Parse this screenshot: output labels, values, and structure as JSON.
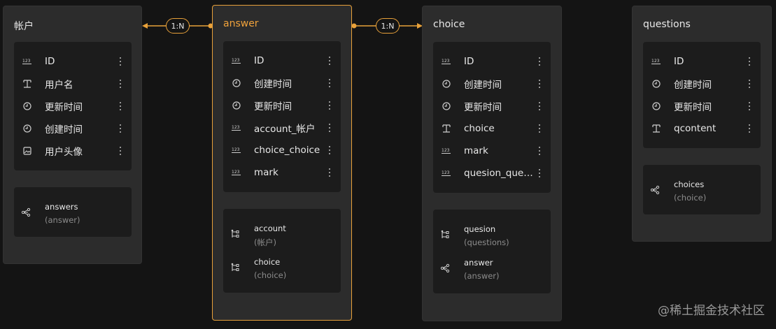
{
  "entities": [
    {
      "title": "帐户",
      "fields": [
        {
          "icon": "number-icon",
          "name": "ID"
        },
        {
          "icon": "text-icon",
          "name": "用户名"
        },
        {
          "icon": "clock-icon",
          "name": "更新时间"
        },
        {
          "icon": "clock-icon",
          "name": "创建时间"
        },
        {
          "icon": "image-icon",
          "name": "用户头像"
        }
      ],
      "relations": [
        {
          "icon": "relation-many-icon",
          "name": "answers",
          "type": "(answer)"
        }
      ]
    },
    {
      "title": "answer",
      "fields": [
        {
          "icon": "number-icon",
          "name": "ID"
        },
        {
          "icon": "clock-icon",
          "name": "创建时间"
        },
        {
          "icon": "clock-icon",
          "name": "更新时间"
        },
        {
          "icon": "number-icon",
          "name": "account_帐户"
        },
        {
          "icon": "number-icon",
          "name": "choice_choice"
        },
        {
          "icon": "number-icon",
          "name": "mark"
        }
      ],
      "relations": [
        {
          "icon": "relation-one-icon",
          "name": "account",
          "type": "(帐户)"
        },
        {
          "icon": "relation-one-icon",
          "name": "choice",
          "type": "(choice)"
        }
      ]
    },
    {
      "title": "choice",
      "fields": [
        {
          "icon": "number-icon",
          "name": "ID"
        },
        {
          "icon": "clock-icon",
          "name": "创建时间"
        },
        {
          "icon": "clock-icon",
          "name": "更新时间"
        },
        {
          "icon": "text-icon",
          "name": "choice"
        },
        {
          "icon": "number-icon",
          "name": "mark"
        },
        {
          "icon": "number-icon",
          "name": "quesion_questions"
        }
      ],
      "relations": [
        {
          "icon": "relation-one-icon",
          "name": "quesion",
          "type": "(questions)"
        },
        {
          "icon": "relation-many-icon",
          "name": "answer",
          "type": "(answer)"
        }
      ]
    },
    {
      "title": "questions",
      "fields": [
        {
          "icon": "number-icon",
          "name": "ID"
        },
        {
          "icon": "clock-icon",
          "name": "创建时间"
        },
        {
          "icon": "clock-icon",
          "name": "更新时间"
        },
        {
          "icon": "text-icon",
          "name": "qcontent"
        }
      ],
      "relations": [
        {
          "icon": "relation-many-icon",
          "name": "choices",
          "type": "(choice)"
        }
      ]
    }
  ],
  "links": [
    {
      "label": "1:N"
    },
    {
      "label": "1:N"
    }
  ],
  "watermark": "@稀土掘金技术社区",
  "colors": {
    "background": "#141414",
    "card": "#2c2c2c",
    "panel": "#1c1c1c",
    "accent": "#e8a13a"
  }
}
